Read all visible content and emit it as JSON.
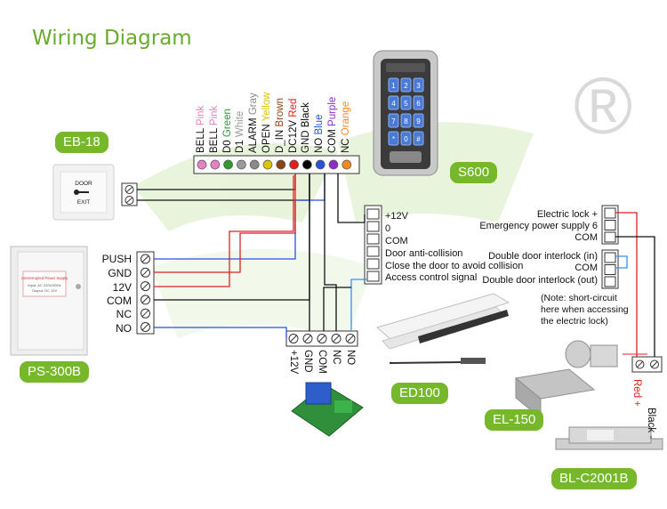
{
  "title": "Wiring Diagram",
  "device_tags": {
    "eb18": "EB-18",
    "s600": "S600",
    "ps300b": "PS-300B",
    "ed100": "ED100",
    "el150": "EL-150",
    "blc2001b": "BL-C2001B"
  },
  "eb18_panel": {
    "line1": "DOOR",
    "line2": "EXIT"
  },
  "keypad_keys": [
    "1",
    "2",
    "3",
    "4",
    "5",
    "6",
    "7",
    "8",
    "9",
    "*",
    "0",
    "#"
  ],
  "s600_terminals": [
    {
      "name": "BELL",
      "color_name": "Pink",
      "color": "#e77fc4"
    },
    {
      "name": "BELL",
      "color_name": "Pink",
      "color": "#e77fc4"
    },
    {
      "name": "D0",
      "color_name": "Green",
      "color": "#2f9a2f"
    },
    {
      "name": "D1",
      "color_name": "White",
      "color": "#9a9a9a"
    },
    {
      "name": "ALARM",
      "color_name": "Gray",
      "color": "#8a8a8a"
    },
    {
      "name": "OPEN",
      "color_name": "Yellow",
      "color": "#e0c200"
    },
    {
      "name": "D_IN",
      "color_name": "Brown",
      "color": "#8b4513"
    },
    {
      "name": "DC12V",
      "color_name": "Red",
      "color": "#e02020"
    },
    {
      "name": "GND",
      "color_name": "Black",
      "color": "#000000"
    },
    {
      "name": "NO",
      "color_name": "Blue",
      "color": "#2a52d8"
    },
    {
      "name": "COM",
      "color_name": "Purple",
      "color": "#8b2fc9"
    },
    {
      "name": "NC",
      "color_name": "Orange",
      "color": "#f28a1e"
    }
  ],
  "power_supply": {
    "terminals": [
      "PUSH",
      "GND",
      "12V",
      "COM",
      "NC",
      "NO"
    ],
    "label_line1": "Uninterrupted Power Supply",
    "label_line2": "Input: AC 220V/50Hz",
    "label_line3": "Output: DC 12V"
  },
  "relay_terminals": [
    "+12V",
    "GND",
    "COM",
    "NC",
    "NO"
  ],
  "ed100_terminals": [
    "+12V",
    "0",
    "COM",
    "Door anti-collision",
    "Close the door to avoid collision",
    "Access control signal"
  ],
  "lock_terminals_top": [
    "Electric lock +",
    "Emergency power supply 6",
    "COM"
  ],
  "lock_terminals_mid": [
    "Double door interlock (in)",
    "COM",
    "Double door interlock (out)"
  ],
  "lock_note": [
    "(Note: short-circuit",
    "here when accessing",
    "the electric lock)"
  ],
  "el150_wires": [
    "Black -",
    "Red +"
  ],
  "watermark": "®",
  "wire_colors": {
    "red": "#e02020",
    "blue": "#2a52d8",
    "black": "#111111",
    "lightblue": "#3a8ee6",
    "green": "#76b82a"
  }
}
